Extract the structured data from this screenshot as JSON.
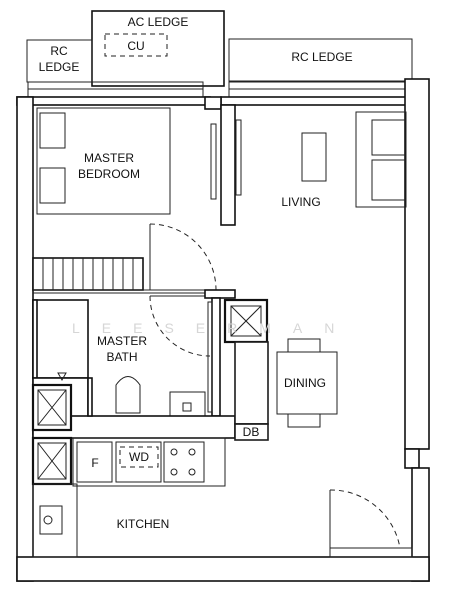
{
  "labels": {
    "ac_ledge": "AC LEDGE",
    "cu": "CU",
    "rc_ledge_left_1": "RC",
    "rc_ledge_left_2": "LEDGE",
    "rc_ledge_right": "RC LEDGE",
    "master_bedroom_1": "MASTER",
    "master_bedroom_2": "BEDROOM",
    "living": "LIVING",
    "master_bath_1": "MASTER",
    "master_bath_2": "BATH",
    "dining": "DINING",
    "db": "DB",
    "f": "F",
    "wd": "WD",
    "kitchen": "KITCHEN"
  },
  "watermark": "LEESERMAN",
  "colors": {
    "line": "#111111",
    "watermark": "#d6d6d6"
  }
}
